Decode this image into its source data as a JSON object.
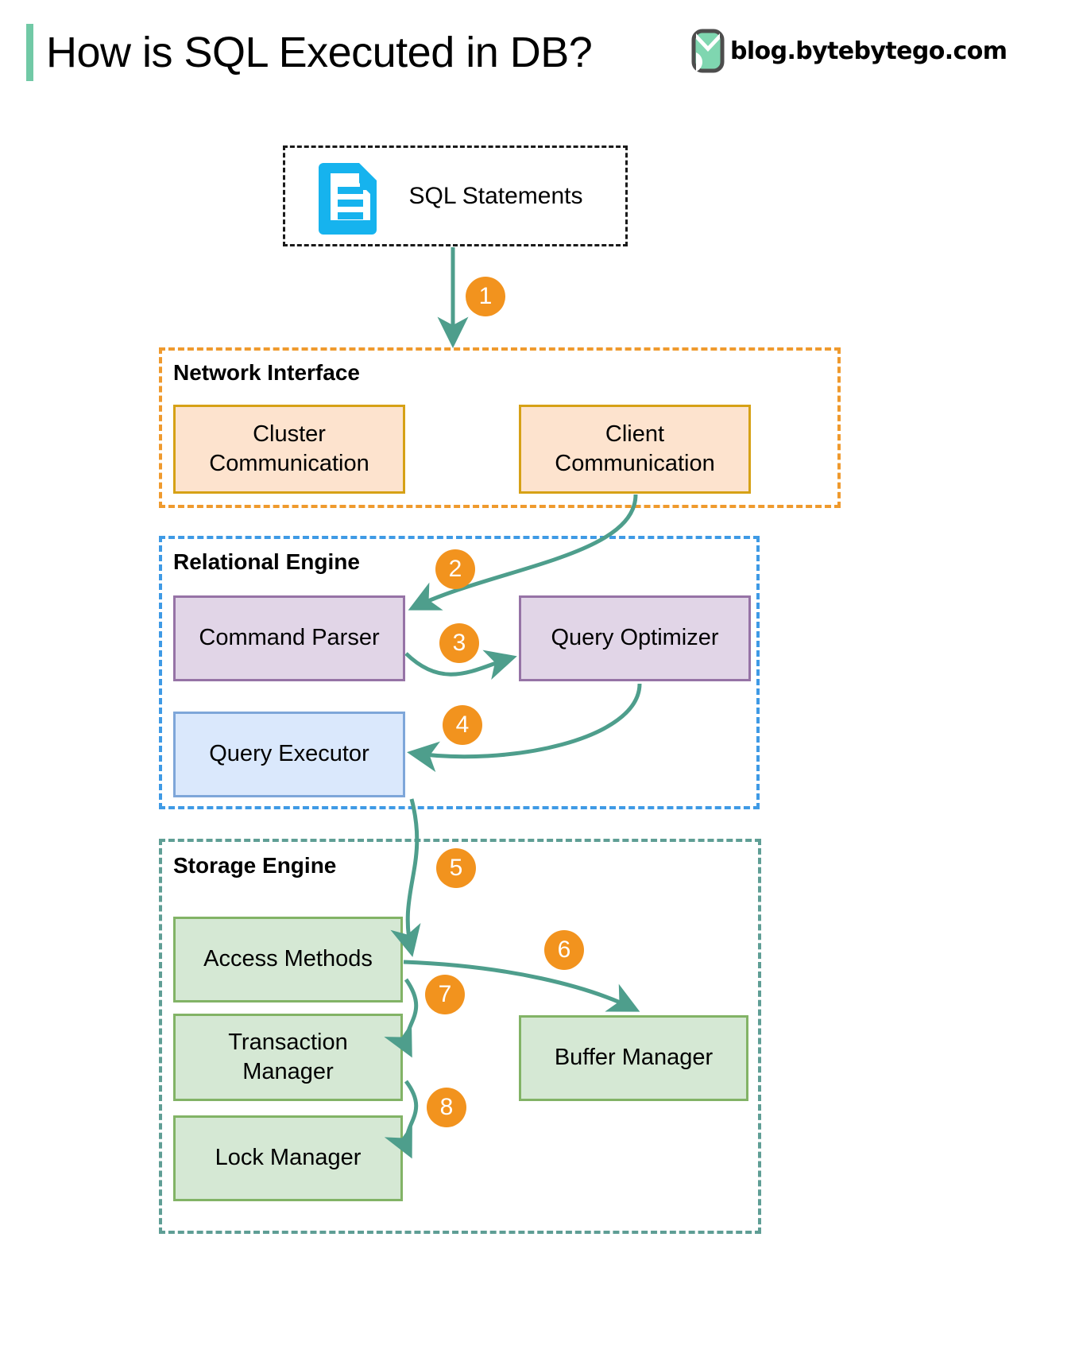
{
  "header": {
    "title": "How is SQL Executed in DB?",
    "brand": "blog.bytebytego.com",
    "accent_bar_color": "#71c9a6",
    "logo_icon": "bytebytego-logo-icon"
  },
  "source": {
    "label": "SQL Statements",
    "icon": "document-icon",
    "icon_color": "#16b3ee",
    "border": "dashed black"
  },
  "groups": [
    {
      "id": "network-interface",
      "title": "Network Interface",
      "border_color": "#ef9a2e",
      "node_fill": "#fde3ce",
      "node_border": "#d6a116",
      "nodes": [
        {
          "id": "cluster-communication",
          "label": "Cluster\nCommunication",
          "line1": "Cluster",
          "line2": "Communication"
        },
        {
          "id": "client-communication",
          "label": "Client\nCommunication",
          "line1": "Client",
          "line2": "Communication"
        }
      ]
    },
    {
      "id": "relational-engine",
      "title": "Relational Engine",
      "border_color": "#3f9ae5",
      "nodes": [
        {
          "id": "command-parser",
          "label": "Command Parser",
          "fill": "#e1d5e7",
          "border": "#9673a6"
        },
        {
          "id": "query-optimizer",
          "label": "Query Optimizer",
          "fill": "#e1d5e7",
          "border": "#9673a6"
        },
        {
          "id": "query-executor",
          "label": "Query Executor",
          "fill": "#dae8fc",
          "border": "#7ea6d9"
        }
      ]
    },
    {
      "id": "storage-engine",
      "title": "Storage Engine",
      "border_color": "#5f9e95",
      "node_fill": "#d5e8d4",
      "node_border": "#82b366",
      "nodes": [
        {
          "id": "access-methods",
          "label": "Access Methods"
        },
        {
          "id": "transaction-manager",
          "label": "Transaction\nManager",
          "line1": "Transaction",
          "line2": "Manager"
        },
        {
          "id": "lock-manager",
          "label": "Lock Manager"
        },
        {
          "id": "buffer-manager",
          "label": "Buffer Manager"
        }
      ]
    }
  ],
  "steps": [
    {
      "n": "1",
      "from": "sql-statements",
      "to": "network-interface"
    },
    {
      "n": "2",
      "from": "client-communication",
      "to": "command-parser"
    },
    {
      "n": "3",
      "from": "command-parser",
      "to": "query-optimizer"
    },
    {
      "n": "4",
      "from": "query-optimizer",
      "to": "query-executor"
    },
    {
      "n": "5",
      "from": "query-executor",
      "to": "access-methods"
    },
    {
      "n": "6",
      "from": "access-methods",
      "to": "buffer-manager"
    },
    {
      "n": "7",
      "from": "access-methods",
      "to": "transaction-manager"
    },
    {
      "n": "8",
      "from": "transaction-manager",
      "to": "lock-manager"
    }
  ],
  "arrow_color": "#4e9e8c"
}
